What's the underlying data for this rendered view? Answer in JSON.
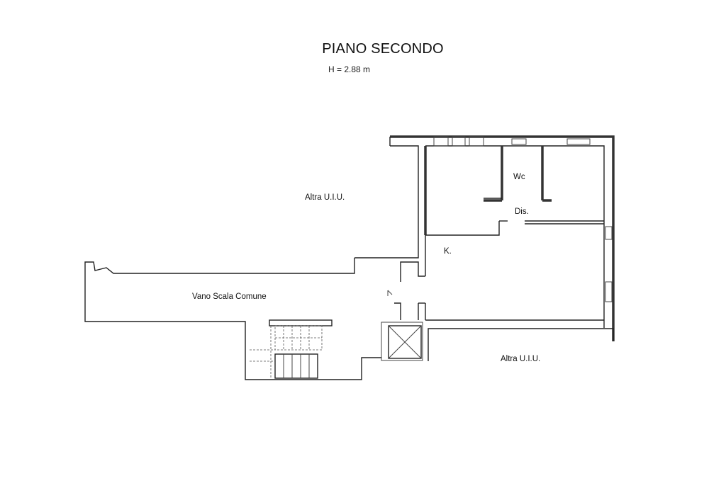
{
  "title": "PIANO SECONDO",
  "height_label": "H = 2.88 m",
  "rooms": {
    "altra_top": "Altra U.I.U.",
    "altra_bottom": "Altra U.I.U.",
    "vano_scala": "Vano Scala Comune",
    "wc": "Wc",
    "dis": "Dis.",
    "kitchen": "K."
  }
}
